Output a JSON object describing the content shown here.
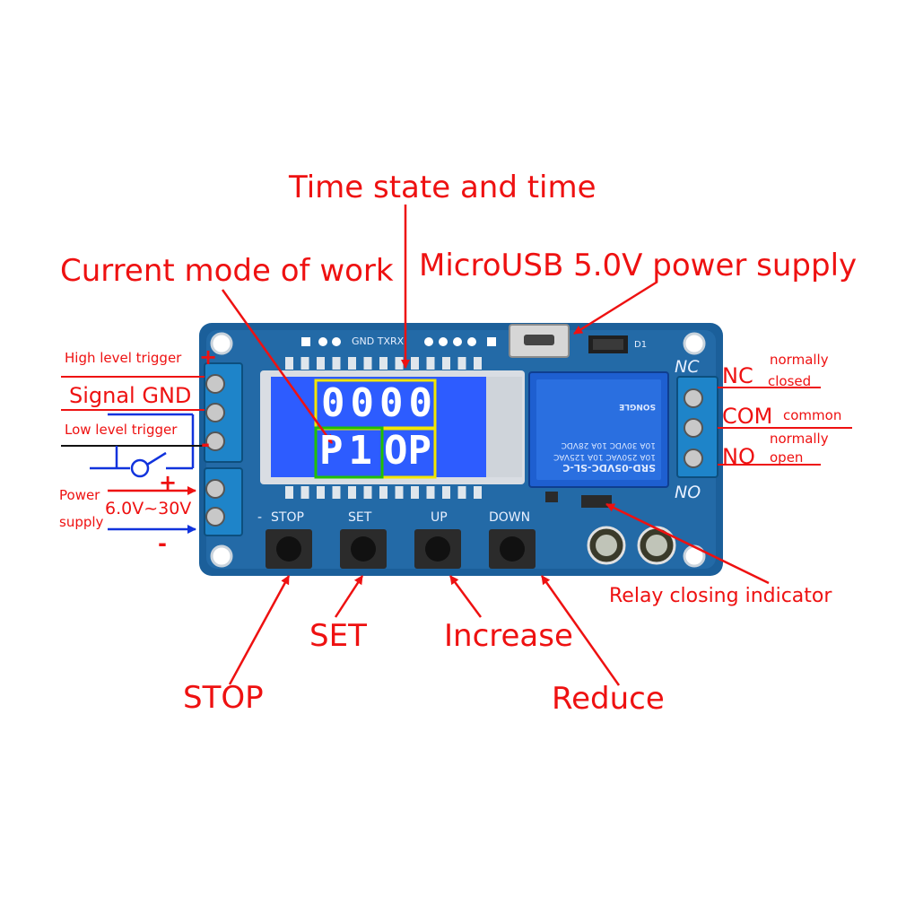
{
  "annotations": {
    "time_state": "Time state and time",
    "current_mode": "Current mode of work",
    "microusb": "MicroUSB 5.0V power supply",
    "high_level_trigger": "High level trigger",
    "signal_gnd": "Signal GND",
    "low_level_trigger": "Low level trigger",
    "power": "Power",
    "supply": "supply",
    "voltage": "6.0V~30V",
    "plus": "+",
    "minus": "-",
    "nc": "NC",
    "normally_closed_1": "normally",
    "normally_closed_2": "closed",
    "com": "COM",
    "common": "common",
    "normally_open_1": "normally",
    "normally_open_2": "open",
    "no": "NO",
    "relay_indicator": "Relay closing indicator",
    "stop": "STOP",
    "set": "SET",
    "increase": "Increase",
    "reduce": "Reduce"
  },
  "board": {
    "header_pins": "GND TXRX",
    "led_label": "D1",
    "nc_silk": "NC",
    "no_silk": "NO",
    "button_stop": "STOP",
    "button_set": "SET",
    "button_up": "UP",
    "button_down": "DOWN",
    "minus_silk": "-",
    "relay_lines": [
      "SRD-05VDC-SL-C",
      "10A 250VAC  10A 125VAC",
      "10A 30VDC  10A 28VDC",
      "SONGLE"
    ]
  },
  "lcd": {
    "top_digits": "0000",
    "mode_digits": "P1",
    "op_digits": "OP"
  },
  "colors": {
    "annotation": "#ee1111",
    "pcb": "#1b5f9a",
    "lcd": "#2d5cff",
    "frame_yellow": "#f2e600",
    "frame_green": "#22c000",
    "wire_blue": "#1133dd"
  }
}
